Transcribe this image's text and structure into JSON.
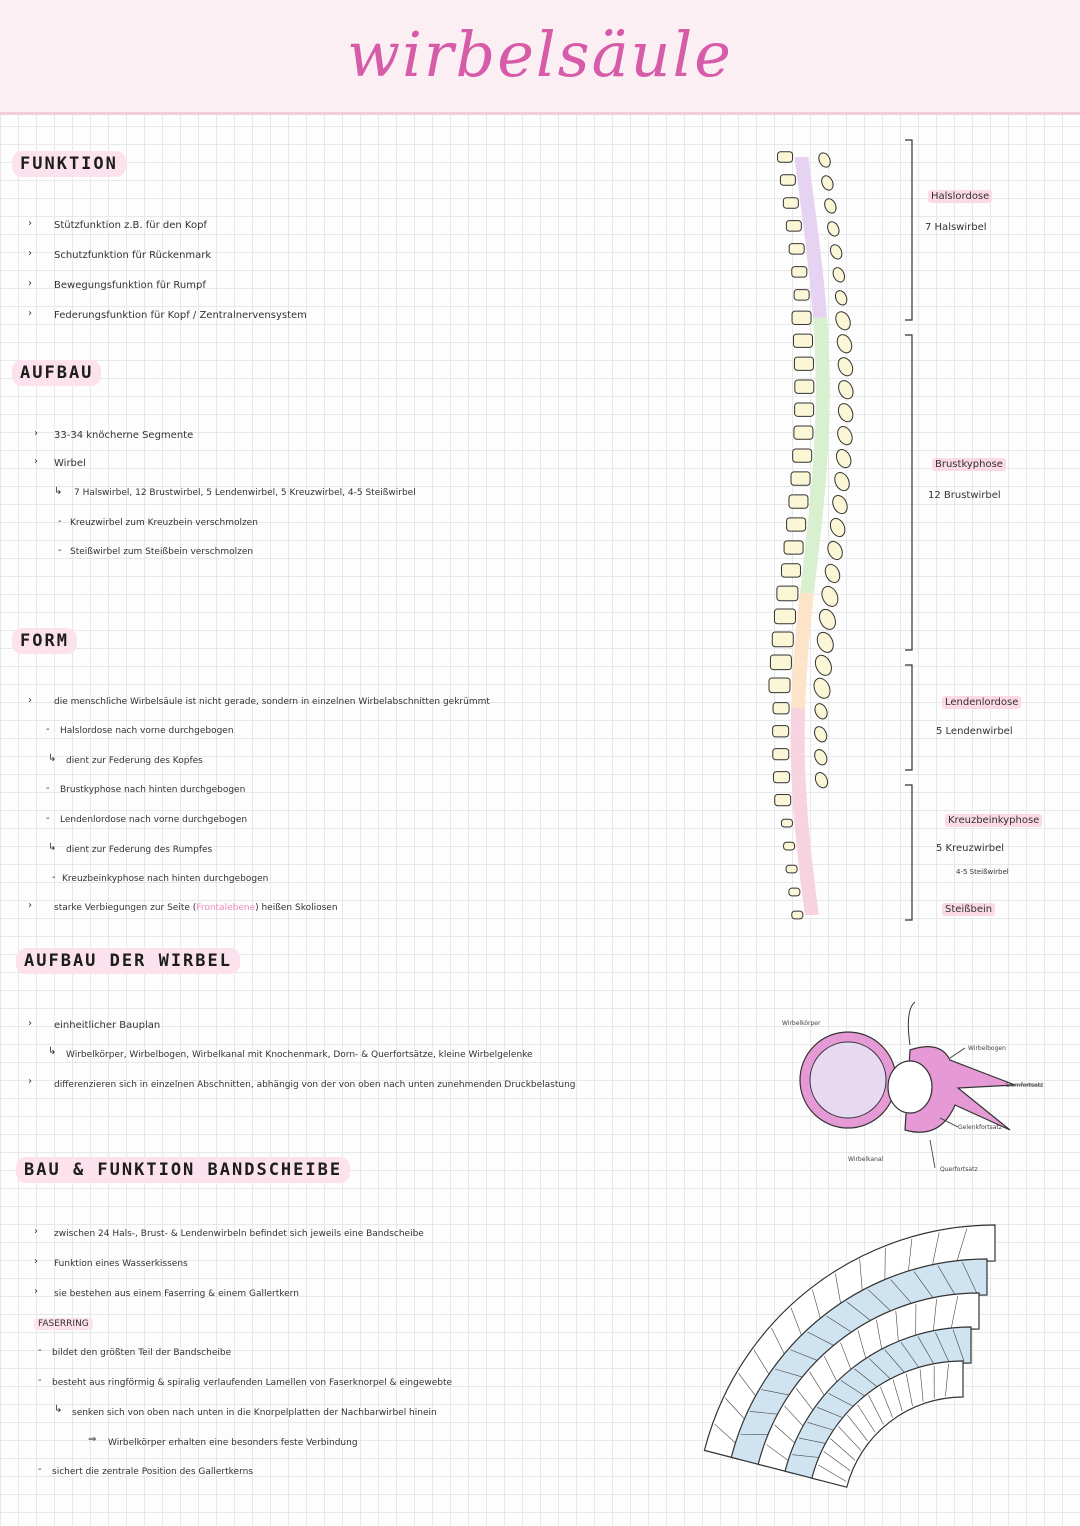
{
  "title": "wirbelsäule",
  "funktion": {
    "heading": "FUNKTION",
    "items": [
      "Stützfunktion z.B. für den Kopf",
      "Schutzfunktion für Rückenmark",
      "Bewegungsfunktion für Rumpf",
      "Federungsfunktion für Kopf / Zentralnervensystem"
    ]
  },
  "aufbau": {
    "heading": "AUFBAU",
    "items": [
      "33-34 knöcherne Segmente",
      "Wirbel",
      "7 Halswirbel, 12 Brustwirbel, 5 Lendenwirbel, 5 Kreuzwirbel, 4-5 Steißwirbel",
      "Kreuzwirbel zum Kreuzbein verschmolzen",
      "Steißwirbel zum Steißbein verschmolzen"
    ]
  },
  "form": {
    "heading": "FORM",
    "items": [
      "die menschliche Wirbelsäule ist nicht gerade, sondern in einzelnen Wirbelabschnitten gekrümmt",
      "Halslordose nach vorne durchgebogen",
      "dient zur Federung des Kopfes",
      "Brustkyphose nach hinten durchgebogen",
      "Lendenlordose nach vorne durchgebogen",
      "dient zur Federung des Rumpfes",
      "Kreuzbeinkyphose nach hinten durchgebogen"
    ],
    "skoliose_pre": "starke Verbiegungen zur Seite (",
    "skoliose_hl": "Frontalebene",
    "skoliose_post": ") heißen Skoliosen"
  },
  "aufbau_wirbel": {
    "heading": "AUFBAU DER WIRBEL",
    "items": [
      "einheitlicher Bauplan",
      "Wirbelkörper, Wirbelbogen, Wirbelkanal mit Knochenmark, Dorn- & Querfortsätze, kleine Wirbelgelenke",
      "differenzieren sich in einzelnen Abschnitten, abhängig von der von oben nach unten zunehmenden Druckbelastung"
    ],
    "diagram_labels": {
      "body": "Wirbelkörper",
      "arch": "Wirbelbogen",
      "spinous": "Dornfortsatz",
      "joint": "Gelenkfortsatz",
      "canal": "Wirbelkanal",
      "transverse": "Querfortsatz"
    }
  },
  "bandscheibe": {
    "heading": "BAU & FUNKTION BANDSCHEIBE",
    "items": [
      "zwischen 24 Hals-, Brust- & Lendenwirbeln befindet sich jeweils eine Bandscheibe",
      "Funktion eines Wasserkissens",
      "sie bestehen aus einem Faserring & einem Gallertkern"
    ],
    "subheading": "FASERRING",
    "faserring": [
      "bildet den größten Teil der Bandscheibe",
      "besteht aus ringförmig & spiralig verlaufenden Lamellen von Faserknorpel & eingewebte",
      "senken sich von oben nach unten in die Knorpelplatten der Nachbarwirbel hinein",
      "Wirbelkörper erhalten eine besonders feste Verbindung",
      "sichert die zentrale Position des Gallertkerns"
    ]
  },
  "spine_labels": {
    "hals_title": "Halslordose",
    "hals_count": "7 Halswirbel",
    "brust_title": "Brustkyphose",
    "brust_count": "12 Brustwirbel",
    "lenden_title": "Lendenlordose",
    "lenden_count": "5 Lendenwirbel",
    "kreuz_title": "Kreuzbeinkyphose",
    "kreuz_count": "5 Kreuzwirbel",
    "steiss_count": "4-5 Steißwirbel",
    "steiss_title": "Steißbein"
  },
  "colors": {
    "title": "#d65ca9",
    "heading_bg": "#fbe2ec",
    "hals": "#e6d3f2",
    "brust": "#d8f0d0",
    "lenden": "#fde3c8",
    "kreuz": "#f7d3e0",
    "bone": "#fbf6d6",
    "vertebra": "#e59ad6",
    "disc": "#cfe3f1"
  }
}
